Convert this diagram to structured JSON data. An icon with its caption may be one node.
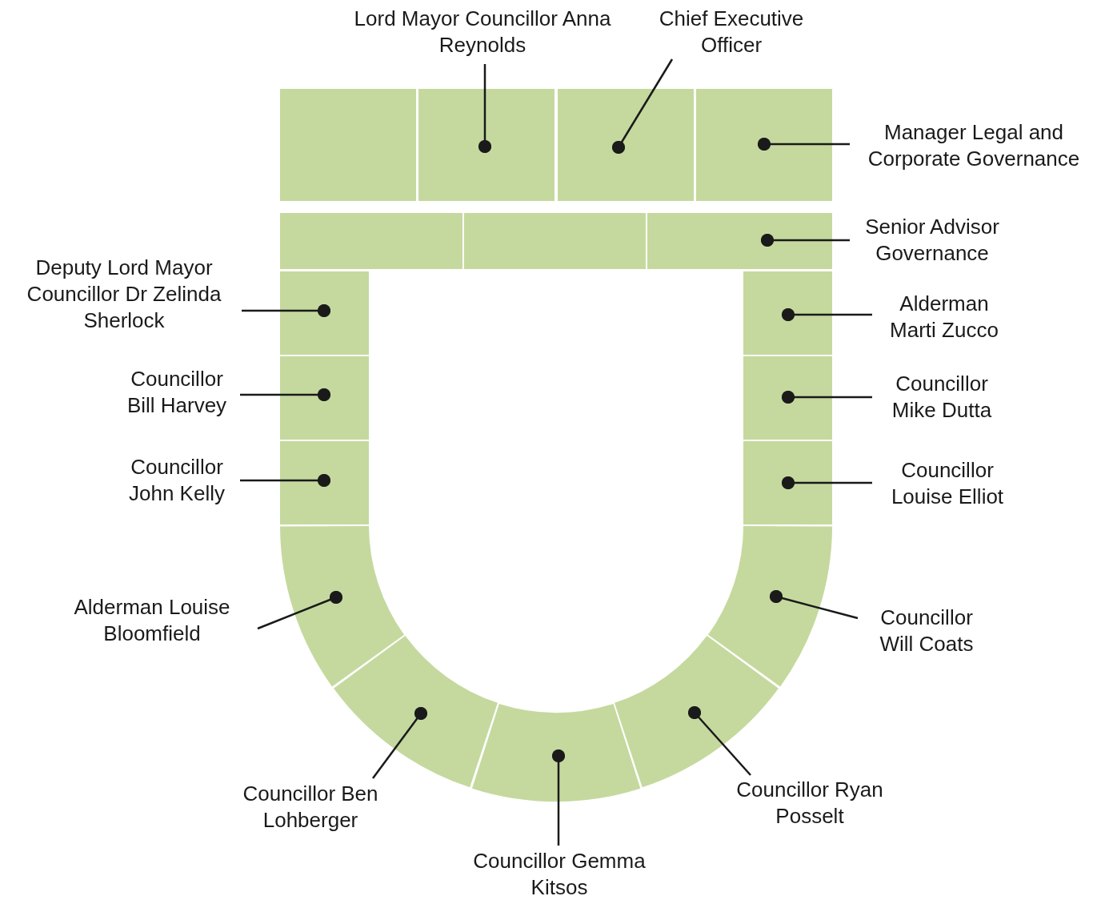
{
  "diagram": {
    "nodes": [
      {
        "text": [],
        "shape": "box"
      },
      {
        "text": [],
        "shape": "box"
      },
      {
        "text": [],
        "shape": "box"
      },
      {
        "text": [],
        "shape": "box"
      },
      {
        "text": [],
        "shape": "box"
      },
      {
        "text": [],
        "shape": "box"
      },
      {
        "text": [],
        "shape": "box"
      },
      {
        "text": [],
        "shape": "box"
      },
      {
        "text": [],
        "shape": "box"
      },
      {
        "text": [],
        "shape": "box"
      },
      {
        "text": [],
        "shape": "box"
      },
      {
        "text": [],
        "shape": "box"
      },
      {
        "text": [],
        "shape": "box"
      },
      {
        "text": [],
        "shape": "segment"
      },
      {
        "text": [],
        "shape": "segment"
      },
      {
        "text": [],
        "shape": "segment"
      },
      {
        "text": [],
        "shape": "segment"
      },
      {
        "text": [],
        "shape": "segment"
      },
      {
        "text": [
          "Lord Mayor Councillor Anna Reynolds"
        ]
      },
      {
        "text": [
          "Chief Executive Officer"
        ]
      },
      {
        "text": [
          "Manager Legal and Corporate Governance"
        ]
      },
      {
        "text": [
          "Senior Advisor Governance"
        ]
      },
      {
        "text": [
          "Deputy Lord Mayor Councillor Dr Zelinda Sherlock"
        ]
      },
      {
        "text": [
          "Alderman Marti Zucco"
        ]
      },
      {
        "text": [
          "Councillor Bill Harvey"
        ]
      },
      {
        "text": [
          "Councillor Mike Dutta"
        ]
      },
      {
        "text": [
          "Councillor John Kelly"
        ]
      },
      {
        "text": [
          "Councillor Louise Elliot"
        ]
      },
      {
        "text": [
          "Alderman Louise Bloomfield"
        ]
      },
      {
        "text": [
          "Councillor Will Coats"
        ]
      },
      {
        "text": [
          "Councillor Ryan Posselt"
        ]
      },
      {
        "text": [
          "Councillor Ben Lohberger"
        ]
      },
      {
        "text": [
          "Councillor Gemma Kitsos"
        ]
      }
    ],
    "edges": [
      {
        "from": 18,
        "to": 1,
        "arrow": "other"
      },
      {
        "from": 19,
        "to": 2,
        "arrow": "other"
      },
      {
        "from": 20,
        "to": 3,
        "arrow": "other"
      },
      {
        "from": 21,
        "to": 6,
        "arrow": "other"
      },
      {
        "from": 22,
        "to": 7,
        "arrow": "other"
      },
      {
        "from": 23,
        "to": 10,
        "arrow": "other"
      },
      {
        "from": 24,
        "to": 8,
        "arrow": "other"
      },
      {
        "from": 25,
        "to": 11,
        "arrow": "other"
      },
      {
        "from": 26,
        "to": 9,
        "arrow": "other"
      },
      {
        "from": 27,
        "to": 12,
        "arrow": "other"
      },
      {
        "from": 28,
        "to": 13,
        "arrow": "other"
      },
      {
        "from": 29,
        "to": 17,
        "arrow": "other"
      },
      {
        "from": 30,
        "to": 16,
        "arrow": "other"
      },
      {
        "from": 31,
        "to": 14,
        "arrow": "other"
      },
      {
        "from": 32,
        "to": 15,
        "arrow": "other"
      }
    ]
  }
}
